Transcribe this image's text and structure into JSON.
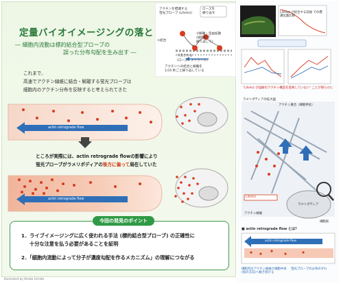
{
  "title": "定量バイオイメージングの落とし穴",
  "subtitle": {
    "line1": "― 細胞内流動は標的結合型プローブの",
    "line2": "誤った分布勾配を生み出す ―"
  },
  "intro": {
    "line1": "これまで、",
    "line2": "高速でアクチン線維に結合・解離する蛍光プローブは",
    "line3": "細胞内のアクチン分布を反映すると考えられてきた"
  },
  "finding": {
    "line1_a": "ところが実際には、",
    "line1_b": "actin retrograde flow",
    "line1_c": "の影響により",
    "line2_a": "蛍光プローブがラメリポディアの",
    "line2_b": "後方に偏って",
    "line2_c": "局在していた"
  },
  "flow_label": "actin retrograde flow",
  "schematic": {
    "probe_label": "アクチンを標識する\n蛍光プローブ (LifeAct)",
    "cycle_label": "ローズを\n繰り返す",
    "step1": "①結合",
    "step2": "②解離・自由拡散\n(短時間で\n繰り返して)",
    "step3": "③流される",
    "step3_note": "(ローズ・メイクール)",
    "bottom_note": "アクチンへの結合と解離を\n1/10 秒ごと繰り返している"
  },
  "points": {
    "header": "今回の発見のポイント",
    "item1_line1": "1．ライブイメージングに広く使われる手法 (標的結合型プローブ) の正確性に",
    "item1_line2": "十分な注意を払う必要があることを証明",
    "item2": "2．「細胞内流動によって分子が濃度勾配を作るメカニズム」の理解につながる"
  },
  "credit": "Illustrated by Hiroko Uchida",
  "sidebar": {
    "caption1": "LifeAct が結合する前後 での標識位置比較",
    "caption2": "\"LifeAct が誤解のアクチン構造を反映していない\" ことが明らかに",
    "note_lamella": "ラメリポディアの拡大図",
    "note_actin": "アクチン重合（細胞伸長）",
    "section_flow": "■ actin retrograde flow とは？",
    "flow_inner": "actin retrograde flow",
    "caption_bottom_left": "細胞内のアクチン線維が細胞中央 (核の方向)へ動き続ける",
    "caption_bottom_right": "蛍光プローブの分布のずれ",
    "lamella_label": "ラメリポディア",
    "cell_label": "細胞核",
    "probe_legend": "アクチン線維",
    "badge": "LifeAct"
  },
  "colors": {
    "title_green": "#2a7a3a",
    "accent_red": "#d23a1a",
    "flow_blue": "#2f6fb8",
    "probe_red": "#d83b1f",
    "panel_bg": "#eef7e6"
  }
}
